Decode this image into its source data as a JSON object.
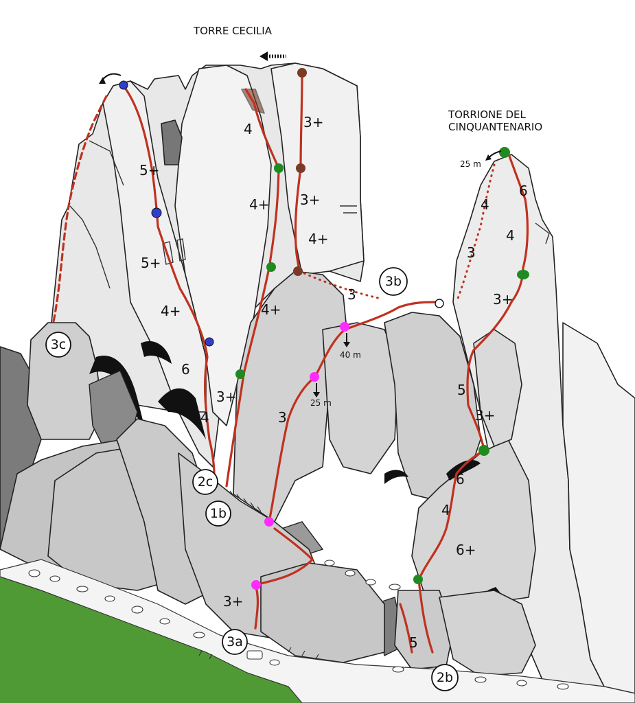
{
  "titles": {
    "torre_cecilia": "TORRE CECILIA",
    "torrione_line1": "TORRIONE DEL",
    "torrione_line2": "CINQUANTENARIO"
  },
  "route_labels": {
    "r1b": "1b",
    "r2b": "2b",
    "r2c": "2c",
    "r3a": "3a",
    "r3b": "3b",
    "r3c": "3c"
  },
  "distances": {
    "d25_torrione": "25 m",
    "d40": "40 m",
    "d25_mid": "25 m"
  },
  "grades": {
    "blue_1": "5+",
    "blue_2": "5+",
    "blue_3": "4+",
    "blue_4": "6",
    "blue_5": "4",
    "green_1": "4",
    "green_2": "4+",
    "green_3": "4+",
    "green_4": "3+",
    "brown_1": "3+",
    "brown_2": "3+",
    "brown_3": "4+",
    "traverse": "3",
    "pink_1": "3",
    "pink_2": "3+",
    "tor_1": "6",
    "tor_2": "4",
    "tor_3": "4",
    "tor_4": "3",
    "tor_5": "3+",
    "low_1": "5",
    "low_2": "3+",
    "low_3": "6",
    "low_4": "4",
    "low_5": "6+",
    "low_6": "5"
  },
  "colors": {
    "route": "#c0311f",
    "belay_blue": "#2f3fc8",
    "belay_green": "#1f8a1f",
    "belay_brown": "#7a3a25",
    "belay_magenta": "#ff2bff",
    "rock_light": "#e6e6e6",
    "rock_mid": "#c9c9c9",
    "rock_dark": "#8e8e8e",
    "grass": "#4f9a35"
  }
}
